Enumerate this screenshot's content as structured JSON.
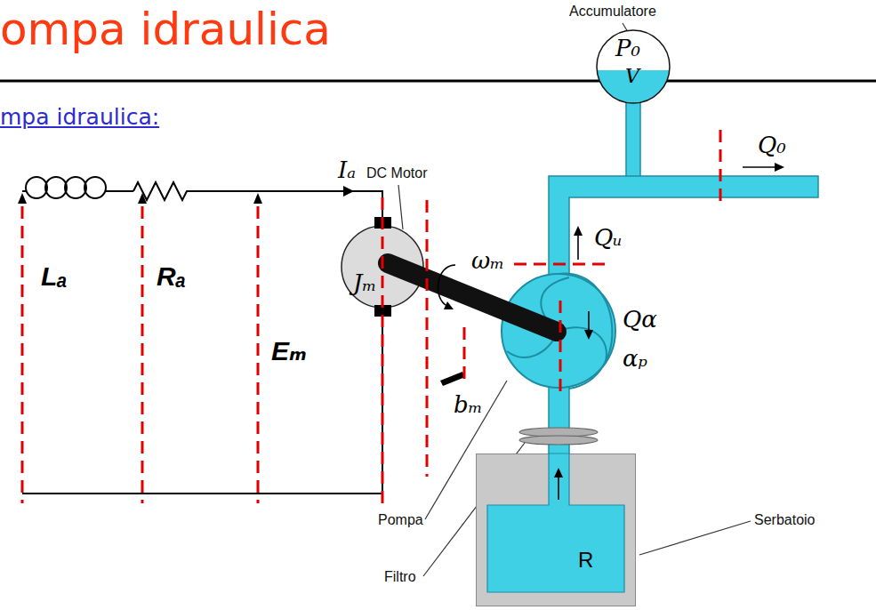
{
  "diagram": {
    "title": "ompa idraulica",
    "nodes": [
      {
        "text": [
          "P₀",
          "V"
        ]
      },
      {
        "text": [
          "Jₘ"
        ]
      },
      {
        "text": [
          "R"
        ]
      }
    ],
    "labels": [
      "mpa idraulica:",
      "Accumulatore",
      "Q₀",
      "DC Motor",
      "Iₐ",
      "Lₐ",
      "Rₐ",
      "Eₘ",
      "ωₘ",
      "bₘ",
      "Qᵤ",
      "Qα",
      "αₚ",
      "Pompa",
      "Filtro",
      "Serbatoio"
    ]
  }
}
